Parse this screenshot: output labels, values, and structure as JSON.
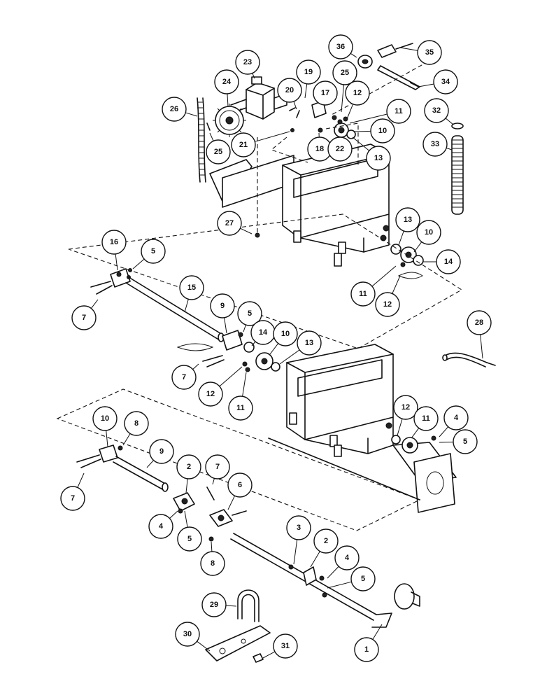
{
  "callouts": [
    {
      "id": "c36",
      "label": "36"
    },
    {
      "id": "c35",
      "label": "35"
    },
    {
      "id": "c23",
      "label": "23"
    },
    {
      "id": "c24",
      "label": "24"
    },
    {
      "id": "c19",
      "label": "19"
    },
    {
      "id": "c20",
      "label": "20"
    },
    {
      "id": "c25a",
      "label": "25"
    },
    {
      "id": "c34",
      "label": "34"
    },
    {
      "id": "c17",
      "label": "17"
    },
    {
      "id": "c12a",
      "label": "12"
    },
    {
      "id": "c26",
      "label": "26"
    },
    {
      "id": "c32",
      "label": "32"
    },
    {
      "id": "c11a",
      "label": "11"
    },
    {
      "id": "c10a",
      "label": "10"
    },
    {
      "id": "c25b",
      "label": "25"
    },
    {
      "id": "c21",
      "label": "21"
    },
    {
      "id": "c18",
      "label": "18"
    },
    {
      "id": "c22",
      "label": "22"
    },
    {
      "id": "c13a",
      "label": "13"
    },
    {
      "id": "c33",
      "label": "33"
    },
    {
      "id": "c27",
      "label": "27"
    },
    {
      "id": "c13b",
      "label": "13"
    },
    {
      "id": "c10b",
      "label": "10"
    },
    {
      "id": "c16",
      "label": "16"
    },
    {
      "id": "c5a",
      "label": "5"
    },
    {
      "id": "c14a",
      "label": "14"
    },
    {
      "id": "c11b",
      "label": "11"
    },
    {
      "id": "c12b",
      "label": "12"
    },
    {
      "id": "c15",
      "label": "15"
    },
    {
      "id": "c7a",
      "label": "7"
    },
    {
      "id": "c9a",
      "label": "9"
    },
    {
      "id": "c5b",
      "label": "5"
    },
    {
      "id": "c14b",
      "label": "14"
    },
    {
      "id": "c10c",
      "label": "10"
    },
    {
      "id": "c13c",
      "label": "13"
    },
    {
      "id": "c28",
      "label": "28"
    },
    {
      "id": "c7b",
      "label": "7"
    },
    {
      "id": "c12c",
      "label": "12"
    },
    {
      "id": "c11c",
      "label": "11"
    },
    {
      "id": "c12d",
      "label": "12"
    },
    {
      "id": "c11d",
      "label": "11"
    },
    {
      "id": "c4a",
      "label": "4"
    },
    {
      "id": "c5c",
      "label": "5"
    },
    {
      "id": "c10d",
      "label": "10"
    },
    {
      "id": "c8a",
      "label": "8"
    },
    {
      "id": "c9b",
      "label": "9"
    },
    {
      "id": "c7c",
      "label": "7"
    },
    {
      "id": "c2a",
      "label": "2"
    },
    {
      "id": "c7d",
      "label": "7"
    },
    {
      "id": "c6",
      "label": "6"
    },
    {
      "id": "c4b",
      "label": "4"
    },
    {
      "id": "c5d",
      "label": "5"
    },
    {
      "id": "c8b",
      "label": "8"
    },
    {
      "id": "c3",
      "label": "3"
    },
    {
      "id": "c2b",
      "label": "2"
    },
    {
      "id": "c4c",
      "label": "4"
    },
    {
      "id": "c5e",
      "label": "5"
    },
    {
      "id": "c29",
      "label": "29"
    },
    {
      "id": "c30",
      "label": "30"
    },
    {
      "id": "c31",
      "label": "31"
    },
    {
      "id": "c1",
      "label": "1"
    }
  ]
}
